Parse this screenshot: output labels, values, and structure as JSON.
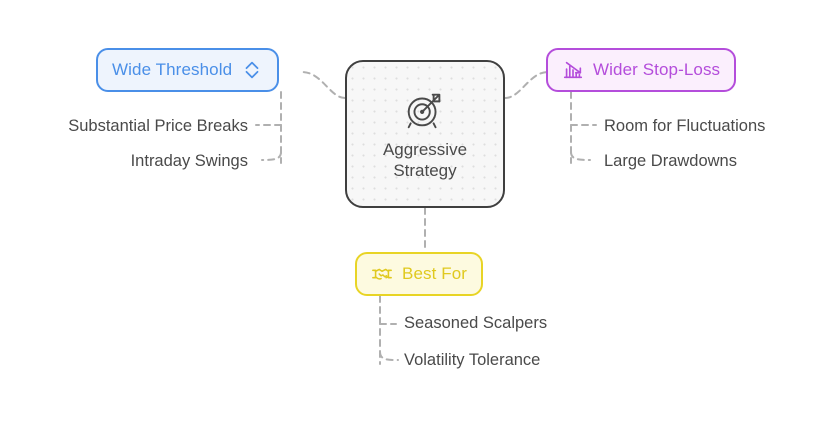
{
  "diagram": {
    "type": "mind-map",
    "background_color": "#ffffff",
    "central": {
      "label": "Aggressive\nStrategy",
      "icon": "target-arrow-icon",
      "border_color": "#3f3f3f",
      "fill_color": "#f7f7f7",
      "text_color": "#4a4a4a"
    },
    "branches": [
      {
        "id": "threshold",
        "label": "Wide Threshold",
        "icon": "chevron-up-down-icon",
        "icon_position": "right",
        "accent_color": "#4a8fe8",
        "fill_color": "#eef4fd",
        "side": "left",
        "leaves": [
          "Substantial Price Breaks",
          "Intraday Swings"
        ]
      },
      {
        "id": "stoploss",
        "label": "Wider Stop-Loss",
        "icon": "declining-bar-chart-icon",
        "icon_position": "left",
        "accent_color": "#b44ddb",
        "fill_color": "#fbeffd",
        "side": "right",
        "leaves": [
          "Room for Fluctuations",
          "Large Drawdowns"
        ]
      },
      {
        "id": "bestfor",
        "label": "Best For",
        "icon": "handshake-icon",
        "icon_position": "left",
        "accent_color": "#e8d425",
        "fill_color": "#fdfae0",
        "side": "bottom",
        "leaves": [
          "Seasoned Scalpers",
          "Volatility Tolerance"
        ]
      }
    ],
    "connector_style": {
      "stroke": "#b0b0b0",
      "dash": "6 5",
      "width": 2
    }
  }
}
